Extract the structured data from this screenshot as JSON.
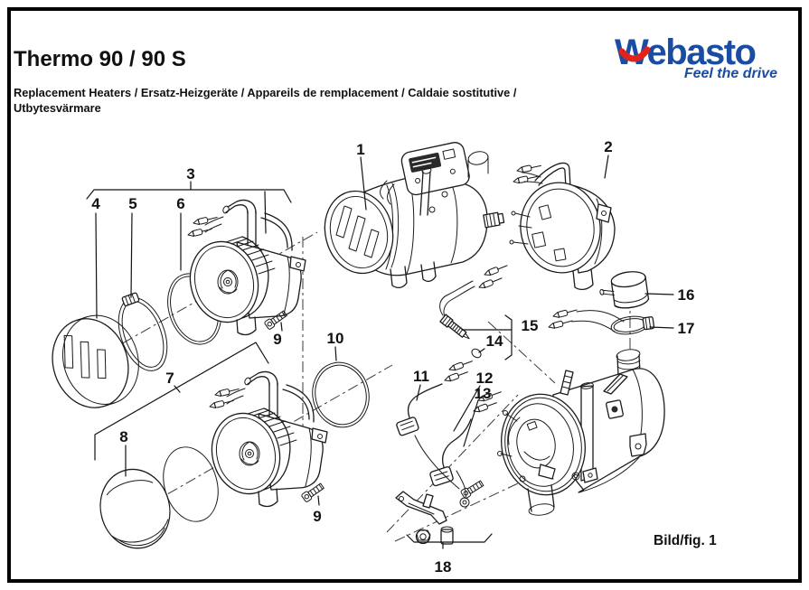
{
  "header": {
    "title": "Thermo 90 / 90 S",
    "subtitle": "Replacement Heaters / Ersatz-Heizgeräte / Appareils de remplacement / Caldaie sostitutive / Utbytesvärmare"
  },
  "brand": {
    "wordmark": "Webasto",
    "tagline": "Feel the drive",
    "colors": {
      "blue": "#1a4da2",
      "red": "#e2231a"
    }
  },
  "figure": {
    "caption": "Bild/fig. 1"
  },
  "callouts": {
    "n1": "1",
    "n2": "2",
    "n3": "3",
    "n4": "4",
    "n5": "5",
    "n6": "6",
    "n7": "7",
    "n8": "8",
    "n9": "9",
    "n10": "10",
    "n11": "11",
    "n12": "12",
    "n13": "13",
    "n14": "14",
    "n15": "15",
    "n16": "16",
    "n17": "17",
    "n18": "18"
  }
}
